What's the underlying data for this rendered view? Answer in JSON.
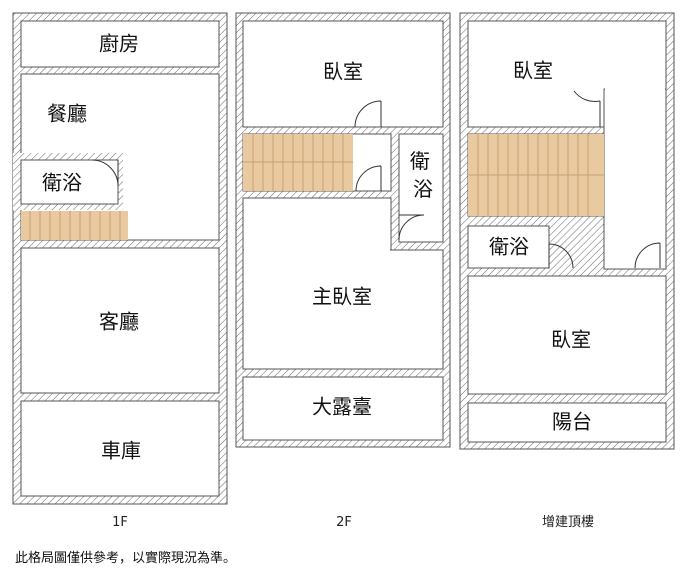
{
  "floors": {
    "f1": {
      "label": "1F",
      "rooms": {
        "kitchen": "廚房",
        "dining": "餐廳",
        "bath": "衛浴",
        "living": "客廳",
        "garage": "車庫"
      }
    },
    "f2": {
      "label": "2F",
      "rooms": {
        "bedroom": "臥室",
        "bath": "衛浴",
        "master": "主臥室",
        "terrace": "大露臺"
      }
    },
    "f3": {
      "label": "增建頂樓",
      "rooms": {
        "bedroom_top": "臥室",
        "bath": "衛浴",
        "bedroom_bottom": "臥室",
        "balcony": "陽台"
      }
    }
  },
  "note": "此格局圖僅供參考，以實際現況為準。"
}
